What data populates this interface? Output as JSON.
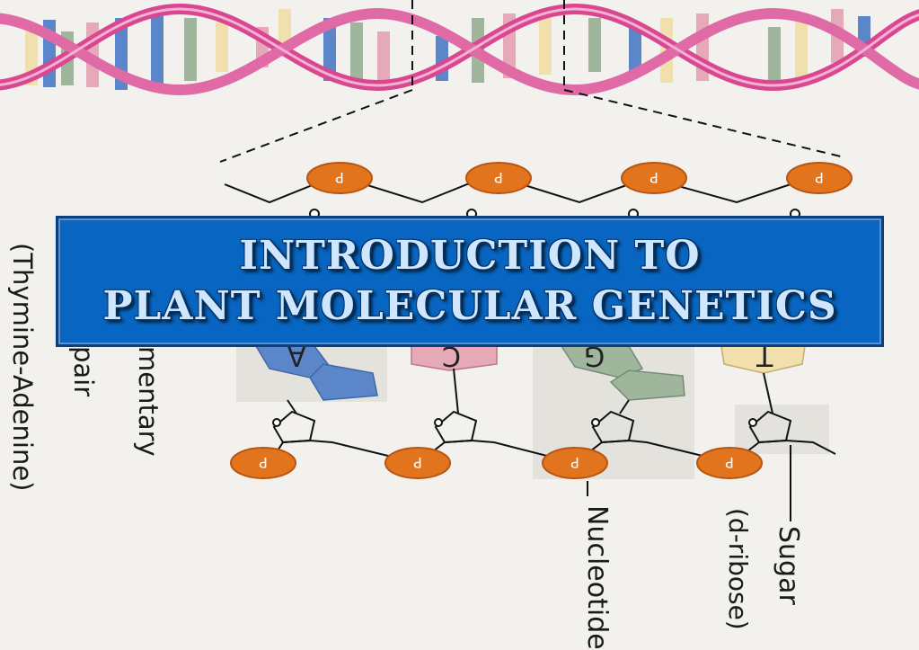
{
  "title": {
    "line1": "INTRODUCTION TO",
    "line2": "PLANT MOLECULAR GENETICS"
  },
  "diagram": {
    "bases": [
      "A",
      "C",
      "G",
      "T"
    ],
    "phosphate_label": "P",
    "labels": {
      "pair_left": "(Thymine-Adenine)",
      "pair_mid": "pair",
      "pair_right": "mentary",
      "nucleotide": "Nucleotide",
      "sugar": "Sugar",
      "sugar_sub": "(d-ribose)"
    }
  },
  "colors": {
    "helix_strand": "#d8478f",
    "phosphate": "#e2741e",
    "base_A": "#5b86c9",
    "base_C": "#e6a9b8",
    "base_G": "#9fb59c",
    "base_T": "#f2dfae",
    "banner_bg": "#0866c2",
    "banner_text": "#cfe6ff"
  }
}
